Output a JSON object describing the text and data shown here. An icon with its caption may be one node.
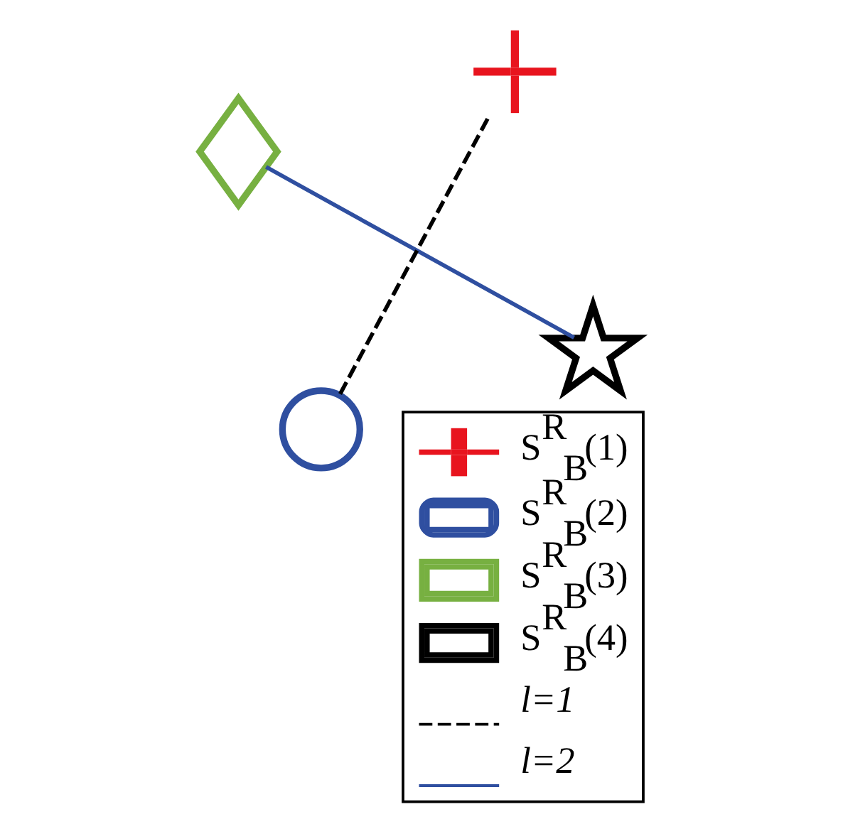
{
  "diagram": {
    "nodes": [
      {
        "text": [],
        "shape": "star"
      },
      {
        "text": [],
        "shape": "cross"
      },
      {
        "text": [],
        "shape": "circle"
      },
      {
        "text": [],
        "shape": "diamond"
      }
    ],
    "edges": [
      {
        "from": 1,
        "to": 2,
        "arrow": "none",
        "style": "dashed",
        "color": "#000000"
      },
      {
        "from": 0,
        "to": 3,
        "arrow": "none",
        "color": "#2f4fa0"
      }
    ],
    "legend": [
      {
        "text": "S$^{R}$$_{B}$(1)"
      },
      {
        "text": "S$^{R}$$_{B}$(2)"
      },
      {
        "text": "S$^{R}$$_{B}$(3)"
      },
      {
        "text": "S$^{R}$$_{B}$(4)"
      },
      {
        "text": "l=1"
      },
      {
        "text": "l=2"
      }
    ]
  }
}
